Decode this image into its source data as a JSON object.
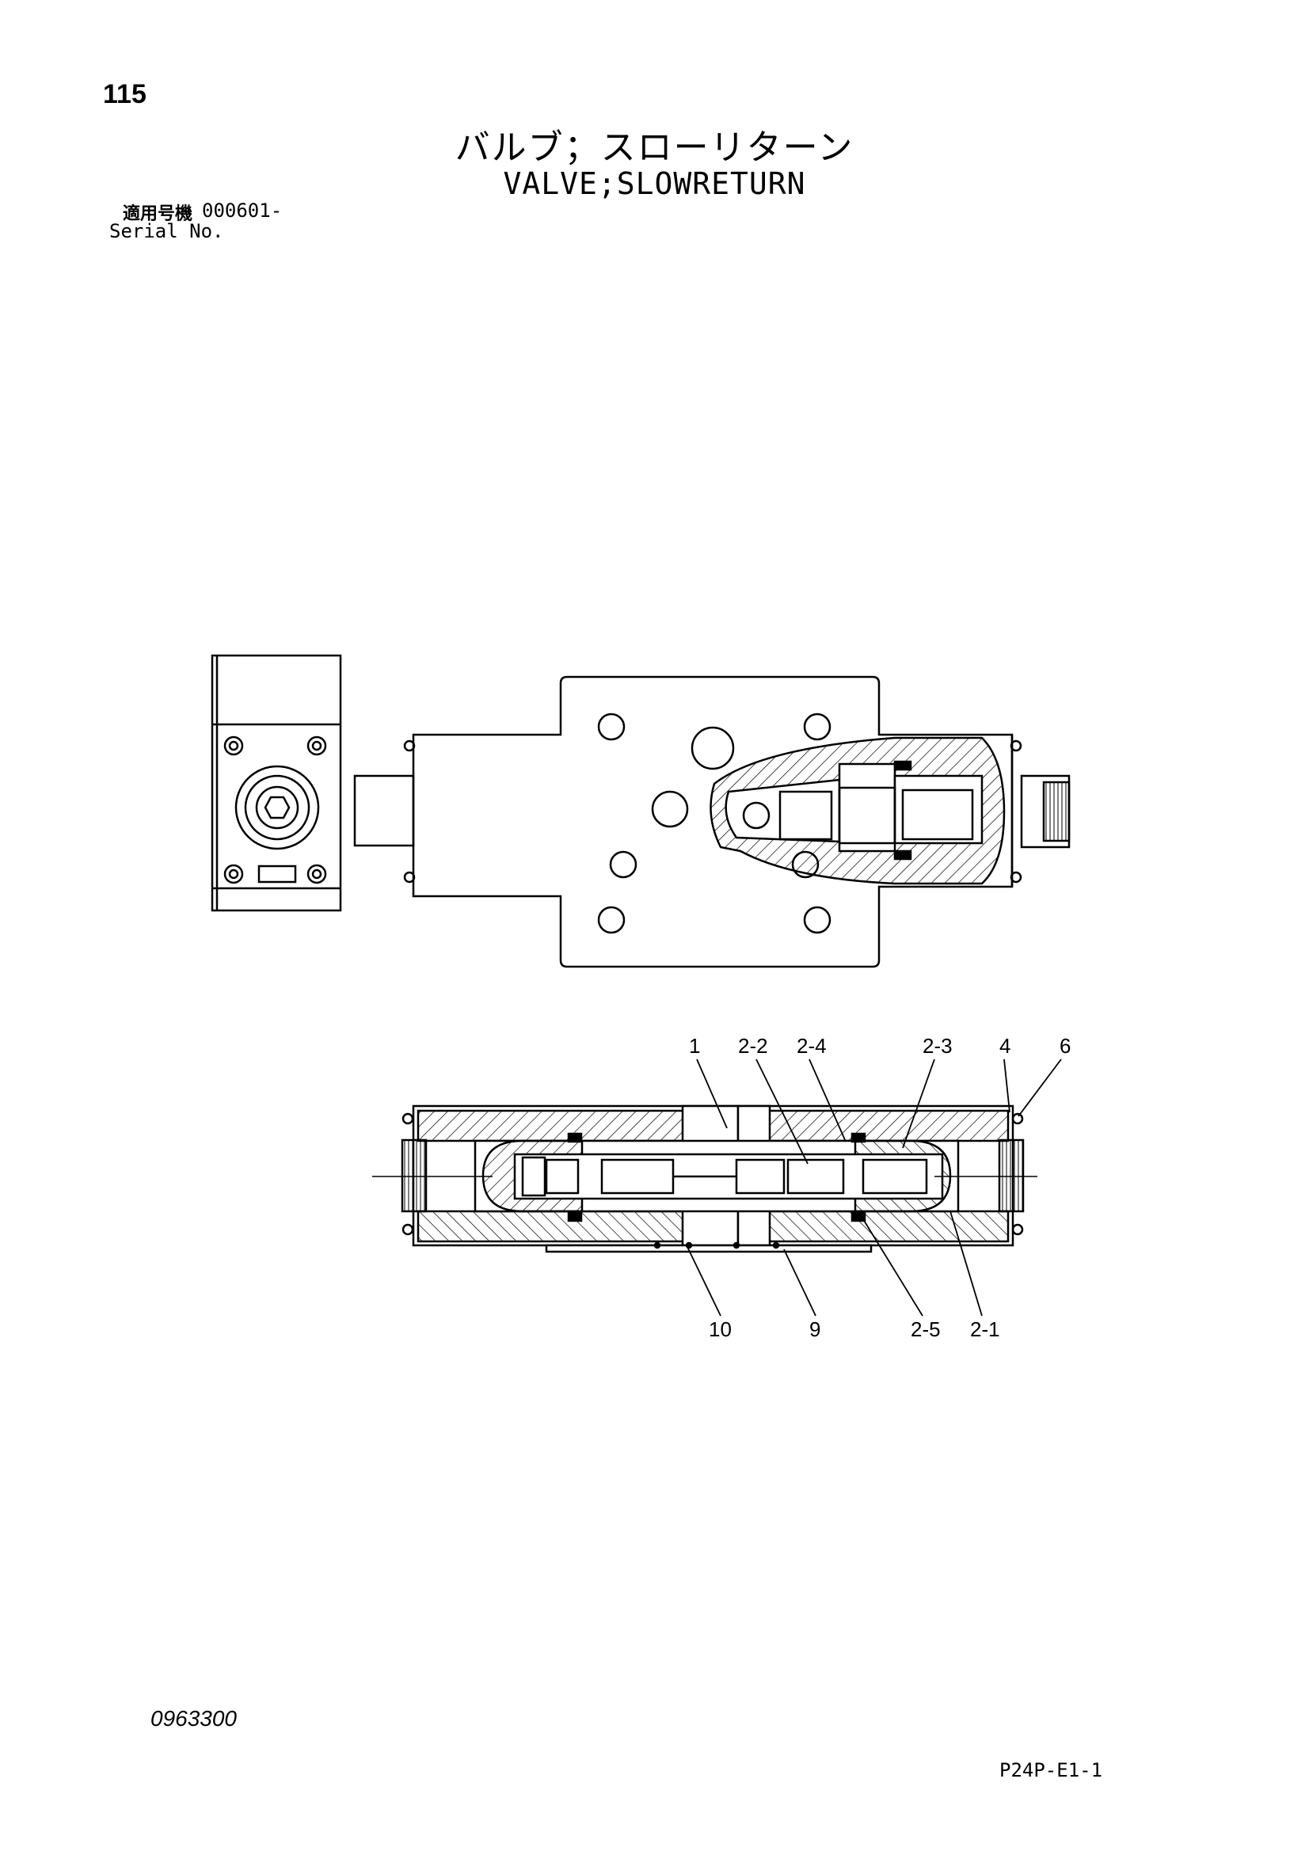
{
  "header": {
    "page_number": "115",
    "title_jp": "バルブ；スローリターン",
    "title_en": "VALVE;SLOWRETURN",
    "serial_label_jp": "適用号機",
    "serial_value": "000601-",
    "serial_label_en": "Serial No."
  },
  "diagram": {
    "part_labels": [
      "1",
      "2-2",
      "2-4",
      "2-3",
      "4",
      "6",
      "10",
      "9",
      "2-5",
      "2-1"
    ]
  },
  "footer": {
    "doc_code": "0963300",
    "figure_code": "P24P-E1-1"
  }
}
